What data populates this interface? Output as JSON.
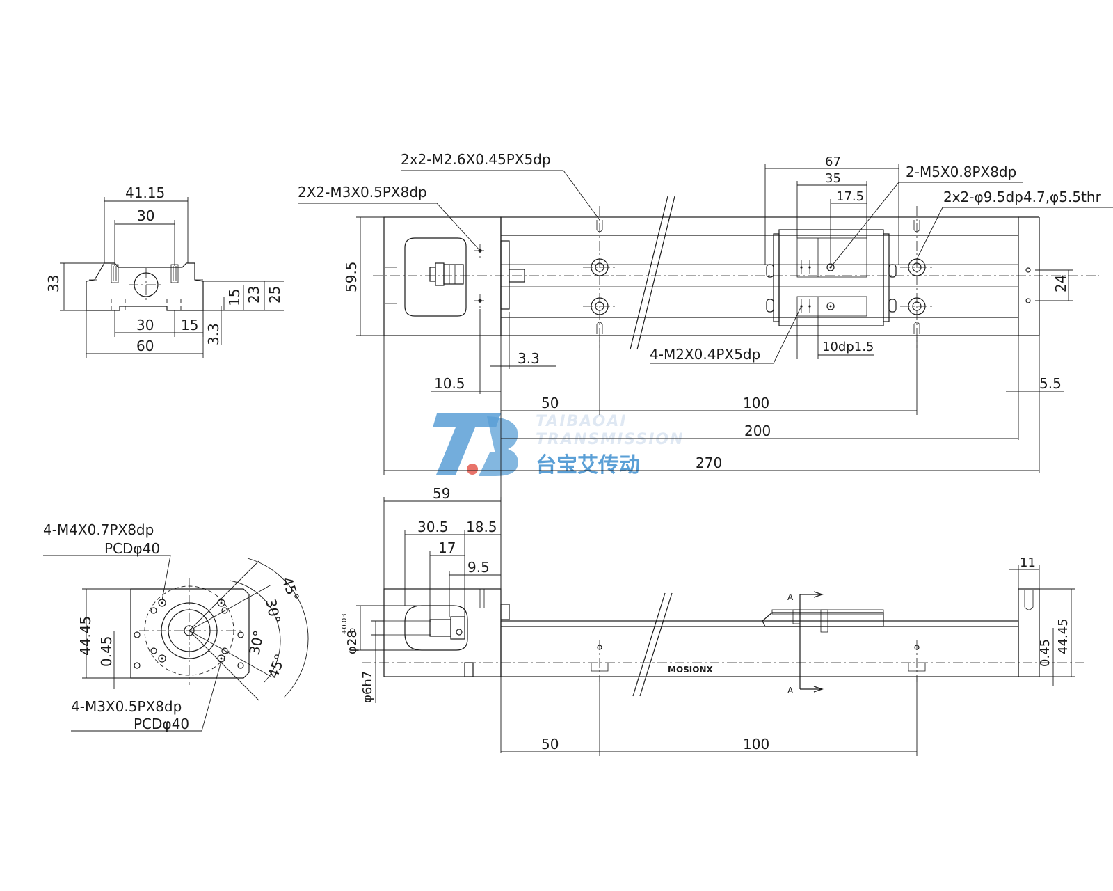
{
  "watermark": {
    "brand_en_line1": "TAIBAOAI",
    "brand_en_line2": "TRANSMISSION",
    "brand_cn": "台宝艾传动",
    "logo_colors": {
      "blue": "#5a9fd6",
      "dot": "#e8736a"
    }
  },
  "end_view": {
    "dim_41_15": "41.15",
    "dim_30_top": "30",
    "dim_33": "33",
    "dim_25": "25",
    "dim_23": "23",
    "dim_15_v": "15",
    "dim_30_bottom": "30",
    "dim_15_h": "15",
    "dim_3_3": "3.3",
    "dim_60": "60"
  },
  "motor_flange_view": {
    "tap_top": "4-M4X0.7PX8dp",
    "pcd_top": "PCDφ40",
    "tap_bottom": "4-M3X0.5PX8dp",
    "pcd_bottom": "PCDφ40",
    "dim_44_45": "44.45",
    "dim_0_45": "0.45",
    "angle_45_top": "45°",
    "angle_30_top": "30°",
    "angle_30_bottom": "30°",
    "angle_45_bottom": "45°"
  },
  "top_view": {
    "note_m2_6": "2x2-M2.6X0.45PX5dp",
    "note_m3": "2X2-M3X0.5PX8dp",
    "note_m5": "2-M5X0.8PX8dp",
    "note_cbore": "2x2-φ9.5dp4.7,φ5.5thr",
    "note_m2": "4-M2X0.4PX5dp",
    "note_10dp": "10dp1.5",
    "dim_67": "67",
    "dim_35": "35",
    "dim_17_5": "17.5",
    "dim_59_5": "59.5",
    "dim_24": "24",
    "dim_3_3": "3.3",
    "dim_10_5": "10.5",
    "dim_5_5": "5.5",
    "dim_50": "50",
    "dim_100": "100",
    "dim_200": "200",
    "dim_270": "270"
  },
  "side_view": {
    "dim_59": "59",
    "dim_30_5": "30.5",
    "dim_18_5": "18.5",
    "dim_17": "17",
    "dim_9_5": "9.5",
    "dim_11": "11",
    "dim_phi28": "φ28",
    "dim_phi28_tol_upper": "+0.03",
    "dim_phi28_tol_lower": "-0",
    "dim_phi6h7": "φ6h7",
    "dim_0_45": "0.45",
    "dim_44_45": "44.45",
    "section_a_top": "A",
    "section_a_bottom": "A",
    "brand_mark": "MOSIONX",
    "dim_50": "50",
    "dim_100": "100"
  }
}
